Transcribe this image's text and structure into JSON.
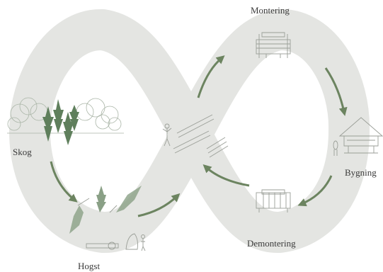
{
  "labels": {
    "montering": "Montering",
    "skog": "Skog",
    "bygning": "Bygning",
    "demontering": "Demontering",
    "hogst": "Hogst"
  },
  "colors": {
    "loop_fill": "#e4e5e2",
    "arrow": "#6c8460",
    "tree_dark": "#5f7f5c",
    "tree_light": "#aab5a7",
    "line_drawing": "#9a9e97",
    "text": "#3a3a3a"
  },
  "icons": [
    "forest-icon",
    "felled-tree-icon",
    "worker-icon",
    "logs-icon",
    "timber-frame-icon",
    "storehouse-icon",
    "dismantled-frame-icon"
  ]
}
